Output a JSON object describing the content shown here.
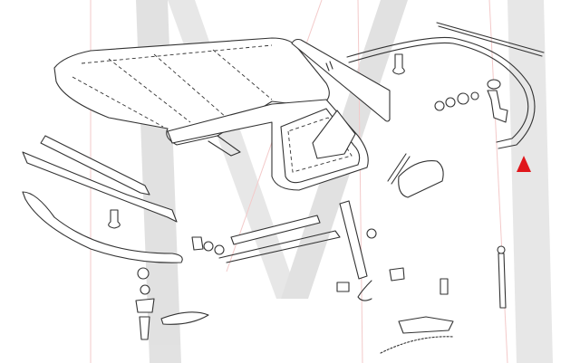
{
  "diagram": {
    "type": "exploded parts diagram",
    "watermark": {
      "glyph": "M",
      "color": "#d4d4d4",
      "line_color": "#f0b8b8"
    },
    "line_color": "#333333",
    "marker": {
      "icon": "red-arrow-up",
      "color": "#e0161b"
    }
  }
}
